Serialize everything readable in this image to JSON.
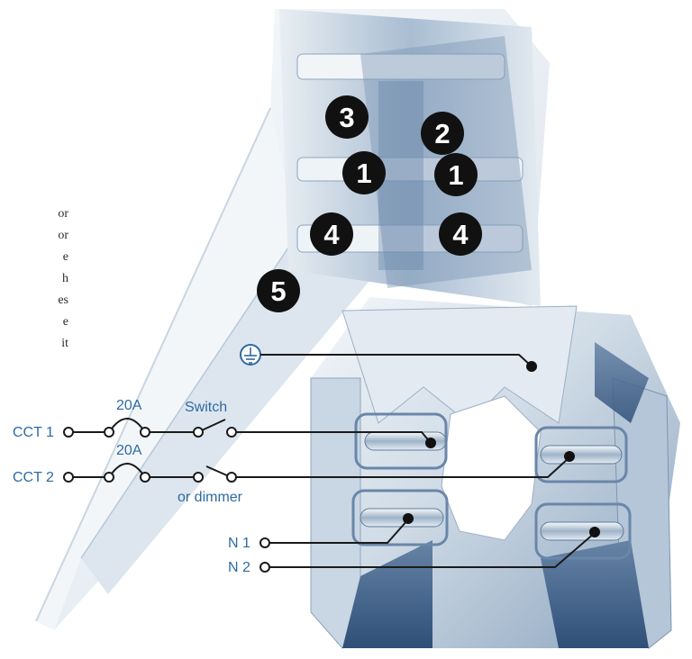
{
  "body_text_fragments": [
    "or",
    "or",
    "e",
    "h",
    "es",
    "e",
    "it"
  ],
  "badges": [
    "3",
    "2",
    "1",
    "1",
    "4",
    "4",
    "5"
  ],
  "labels": {
    "ground_symbol": "⏚",
    "cct1": "CCT 1",
    "cct2": "CCT 2",
    "fuse1": "20A",
    "fuse2": "20A",
    "switch": "Switch",
    "dimmer": "or dimmer",
    "n1": "N 1",
    "n2": "N 2"
  },
  "colors": {
    "wire_label": "#2e6aa3",
    "wire": "#1a1a1a",
    "badge": "#111111",
    "track_light": "#e8eef4",
    "track_mid": "#b9c8d8",
    "track_dark": "#2f4f78"
  }
}
